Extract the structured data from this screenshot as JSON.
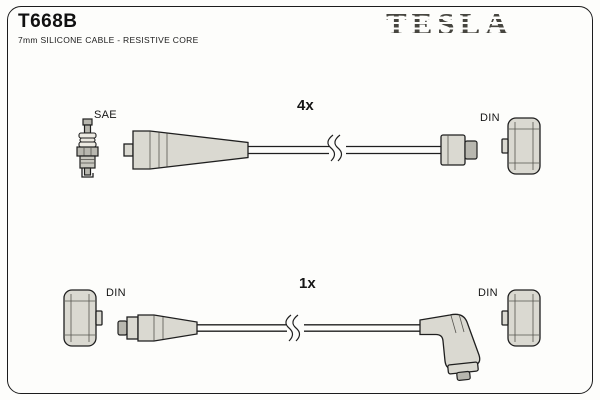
{
  "header": {
    "part_number": "T668B",
    "subtitle": "7mm SILICONE CABLE - RESISTIVE CORE",
    "brand": "TESLA"
  },
  "diagram_top": {
    "quantity_label": "4x",
    "left_label": "SAE",
    "right_label": "DIN",
    "left_icon": "spark-plug-icon",
    "cable_icon": "straight-boot-cable-with-break",
    "right_icon": "din-terminal-icon"
  },
  "diagram_bottom": {
    "quantity_label": "1x",
    "left_label": "DIN",
    "right_label": "DIN",
    "left_icon": "din-terminal-icon",
    "cable_icon": "elbow-boot-cable-with-break",
    "right_icon": "din-terminal-icon"
  },
  "colors": {
    "outline": "#1f1f1f",
    "connector_fill": "#dad9d1",
    "metal_fill": "#b8b7af",
    "brand": "#46453f",
    "background": "#fdfdfb"
  }
}
